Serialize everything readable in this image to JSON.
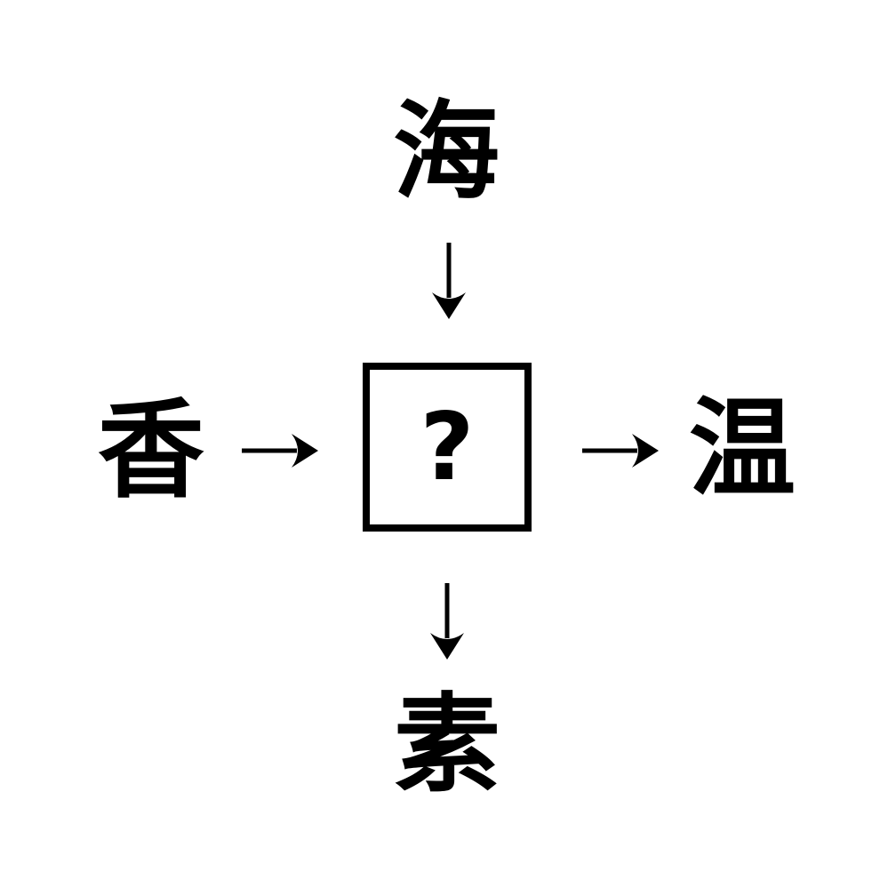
{
  "page": {
    "background_color": "#ffffff",
    "ink_color": "#000000"
  },
  "puzzle": {
    "type": "kanji-fill-in-blank",
    "top_char": "海",
    "left_char": "香",
    "right_char": "温",
    "bottom_char": "素",
    "center_placeholder": "?",
    "arrows": [
      {
        "from": "top-char",
        "to": "center-box",
        "direction": "down"
      },
      {
        "from": "left-char",
        "to": "center-box",
        "direction": "right"
      },
      {
        "from": "center-box",
        "to": "right-char",
        "direction": "right"
      },
      {
        "from": "center-box",
        "to": "bottom-char",
        "direction": "down"
      }
    ]
  }
}
